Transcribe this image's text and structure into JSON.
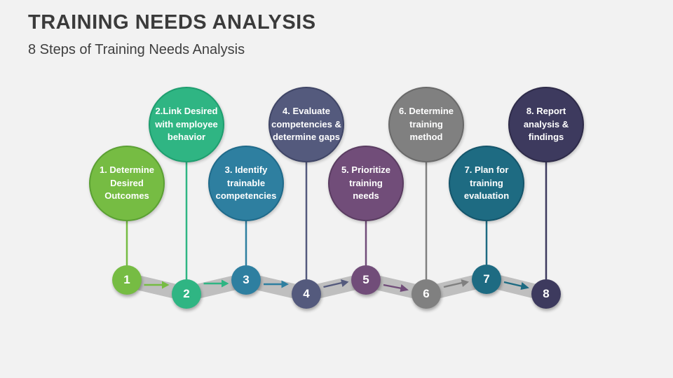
{
  "slide": {
    "title": "TRAINING NEEDS ANALYSIS",
    "subtitle": "8 Steps of Training Needs Analysis",
    "title_color": "#3B3B3B",
    "subtitle_color": "#3F3F3F",
    "background": "#F2F2F2",
    "band_color": "#BFBFBF"
  },
  "steps": [
    {
      "number": "1",
      "label": "1. Determine\nDesired\nOutcomes",
      "color": "#76BC43",
      "border": "#5BA033"
    },
    {
      "number": "2",
      "label": "2.Link Desired\nwith employee\nbehavior",
      "color": "#2FB583",
      "border": "#1E9E6F"
    },
    {
      "number": "3",
      "label": "3. Identify\ntrainable\ncompetencies",
      "color": "#2E7FA0",
      "border": "#1F6A8A"
    },
    {
      "number": "4",
      "label": "4. Evaluate\ncompetencies &\ndetermine gaps",
      "color": "#545A7D",
      "border": "#3F4566"
    },
    {
      "number": "5",
      "label": "5. Prioritize\ntraining\nneeds",
      "color": "#714D79",
      "border": "#5A3C61"
    },
    {
      "number": "6",
      "label": "6. Determine\ntraining\nmethod",
      "color": "#808080",
      "border": "#696969"
    },
    {
      "number": "7",
      "label": "7. Plan for\ntraining\nevaluation",
      "color": "#1E6B82",
      "border": "#14556B"
    },
    {
      "number": "8",
      "label": "8. Report\nanalysis &\nfindings",
      "color": "#3D3A5E",
      "border": "#2E2B49"
    }
  ]
}
